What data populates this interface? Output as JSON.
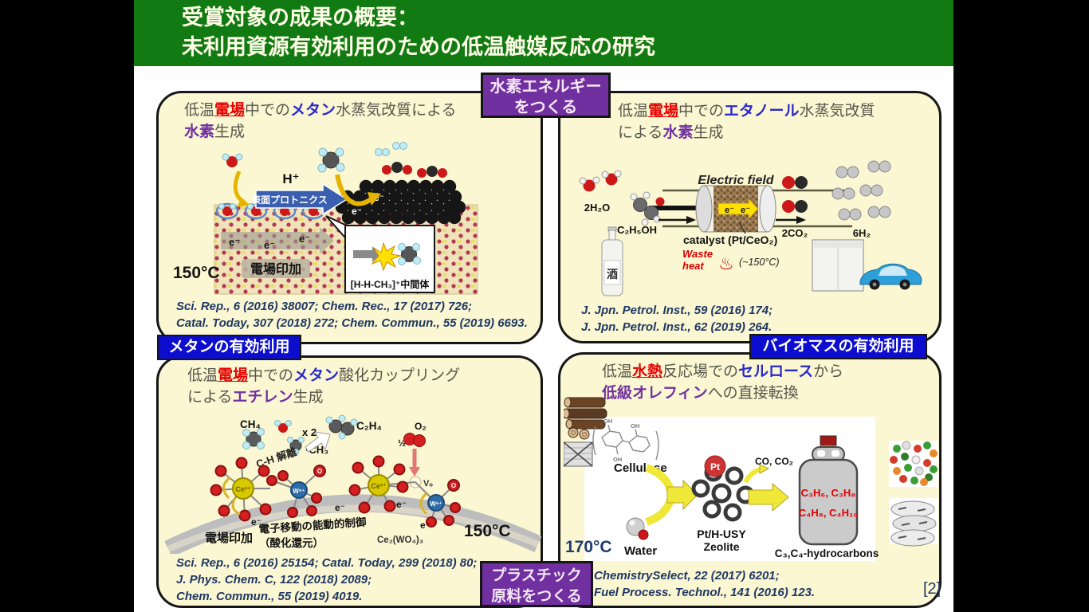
{
  "frame": {
    "page_number": "[2]"
  },
  "header": {
    "title_line1": "受賞対象の成果の概要：",
    "title_line2": "未利用資源有効利用のための低温触媒反応の研究"
  },
  "badges": {
    "hydrogen": {
      "line1": "水素エネルギー",
      "line2": "をつくる"
    },
    "methane": "メタンの有効利用",
    "biomass": "バイオマスの有効利用",
    "plastic": {
      "line1": "プラスチック",
      "line2": "原料をつくる"
    }
  },
  "colors": {
    "header_green": "#127a12",
    "panel_cream": "#fbf7d2",
    "badge_purple": "#7030a0",
    "badge_blue": "#0d0dd0",
    "accent_red": "#e60000",
    "accent_blue": "#2929cc",
    "accent_purple": "#7030a0",
    "citation_navy": "#1f3864"
  },
  "panel_tl": {
    "title": {
      "t1": "低温",
      "t2": "電場",
      "t3": "中での",
      "t4": "メタン",
      "t5": "水蒸気改質による",
      "t6": "水素",
      "t7": "生成"
    },
    "temperature": "150°C",
    "diagram": {
      "h_plus": "H⁺",
      "protonics": "表面プロトニクス",
      "e_minus": "e⁻",
      "field_applied": "電場印加",
      "intermediate": "[H-H-CH₃]⁺中間体"
    },
    "cit1": "Sci. Rep., 6 (2016) 38007; Chem. Rec., 17 (2017) 726;",
    "cit2": "Catal. Today, 307 (2018) 272; Chem. Commun., 55 (2019) 6693."
  },
  "panel_tr": {
    "title": {
      "t1": "低温",
      "t2": "電場",
      "t3": "中での",
      "t4": "エタノール",
      "t5": "水蒸気改質",
      "t6": "による",
      "t7": "水素",
      "t8": "生成"
    },
    "diagram": {
      "electric_field": "Electric field",
      "water_label": "2H₂O",
      "ethanol_label": "C₂H₅OH",
      "sake_label": "酒",
      "catalyst_label": "catalyst (Pt/CeO₂)",
      "waste1": "Waste",
      "waste2": "heat",
      "onsen_icon": "♨",
      "temp_note": "(~150°C)",
      "co2_label": "2CO₂",
      "h2_label": "6H₂",
      "e_minus": "e⁻"
    },
    "cit1": "J. Jpn. Petrol. Inst., 59 (2016) 174;",
    "cit2": "J. Jpn. Petrol. Inst., 62 (2019) 264."
  },
  "panel_bl": {
    "title": {
      "t1": "低温",
      "t2": "電場",
      "t3": "中での",
      "t4": "メタン",
      "t5": "酸化カップリング",
      "t6": "による",
      "t7": "エチレン",
      "t8": "生成"
    },
    "temperature": "150°C",
    "diagram": {
      "ch4": "CH₄",
      "ch_dissociation": "C-H 解離",
      "ch3": "·CH₃",
      "x2": "x 2",
      "c2h4": "C₂H₄",
      "half": "½",
      "o2": "O₂",
      "vo": "Vₒ",
      "ce_label": "Ce³⁺",
      "w_label": "W⁶⁺",
      "o_label": "O",
      "e_minus": "e⁻",
      "field_applied": "電場印加",
      "control1": "電子移動の能動的制御",
      "control2": "（酸化還元）",
      "formula": "Ce₂(WO₄)₃"
    },
    "cit1": "Sci. Rep., 6 (2016) 25154; Catal. Today, 299 (2018) 80;",
    "cit2": "J. Phys. Chem. C, 122 (2018) 2089;",
    "cit3": "Chem. Commun., 55 (2019) 4019."
  },
  "panel_br": {
    "title": {
      "t1": "低温",
      "t2": "水熱",
      "t3": "反応場での",
      "t4": "セルロース",
      "t5": "から",
      "t6": "低級オレフィン",
      "t7": "への直接転換"
    },
    "temperature": "170°C",
    "diagram": {
      "cellulose": "Cellulose",
      "oh": "OH",
      "pt": "Pt",
      "zeolite1": "Pt/H-USY",
      "zeolite2": "Zeolite",
      "co_co2": "CO, CO₂",
      "gas1": "C₃H₆, C₃H₈",
      "gas2": "C₄H₈, C₄H₁₀",
      "hydrocarbons": "C₃,C₄-hydrocarbons",
      "water": "Water"
    },
    "cit1": "ChemistrySelect, 22 (2017) 6201;",
    "cit2": "Fuel Process. Technol., 141 (2016) 123."
  }
}
